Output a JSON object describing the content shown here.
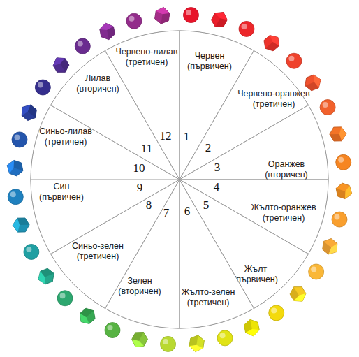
{
  "diagram": {
    "nodes": [
      {
        "text": [
          "Червен (първичен)",
          "1"
        ]
      },
      {
        "text": [
          "Червено-оранжев (третичен)",
          "2"
        ]
      },
      {
        "text": [
          "Оранжев (вторичен)",
          "3"
        ]
      },
      {
        "text": [
          "Жълто-оранжев (третичен)",
          "4"
        ]
      },
      {
        "text": [
          "Жълт (първичен)",
          "5"
        ]
      },
      {
        "text": [
          "Жълто-зелен (третичен)",
          "6"
        ]
      },
      {
        "text": [
          "Зелен (вторичен)",
          "7"
        ]
      },
      {
        "text": [
          "Синьо-зелен (третичен)",
          "8"
        ]
      },
      {
        "text": [
          "Син (първичен)",
          "9"
        ]
      },
      {
        "text": [
          "Синьо-лилав (третичен)",
          "10"
        ]
      },
      {
        "text": [
          "Лилав (вторичен)",
          "11"
        ]
      },
      {
        "text": [
          "Червено-лилав (третичен)",
          "12"
        ]
      }
    ]
  }
}
